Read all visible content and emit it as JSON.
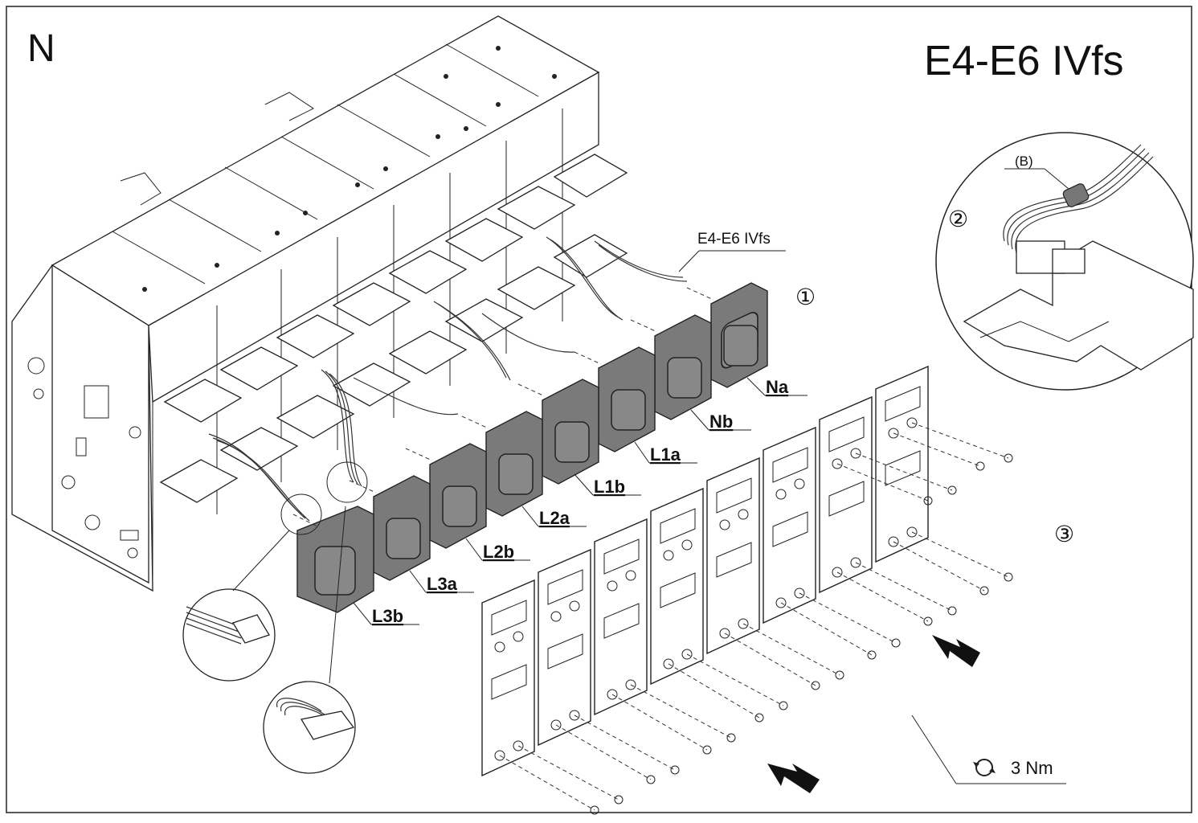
{
  "corner_letter": "N",
  "title": "E4-E6 IVfs",
  "callout_label": "E4-E6 IVfs",
  "step_1": "①",
  "step_2": "②",
  "step_3": "③",
  "detail_b_label": "(B)",
  "torque_value": "3 Nm",
  "sensor_labels": [
    "Na",
    "Nb",
    "L1a",
    "L1b",
    "L2a",
    "L2b",
    "L3a",
    "L3b"
  ]
}
